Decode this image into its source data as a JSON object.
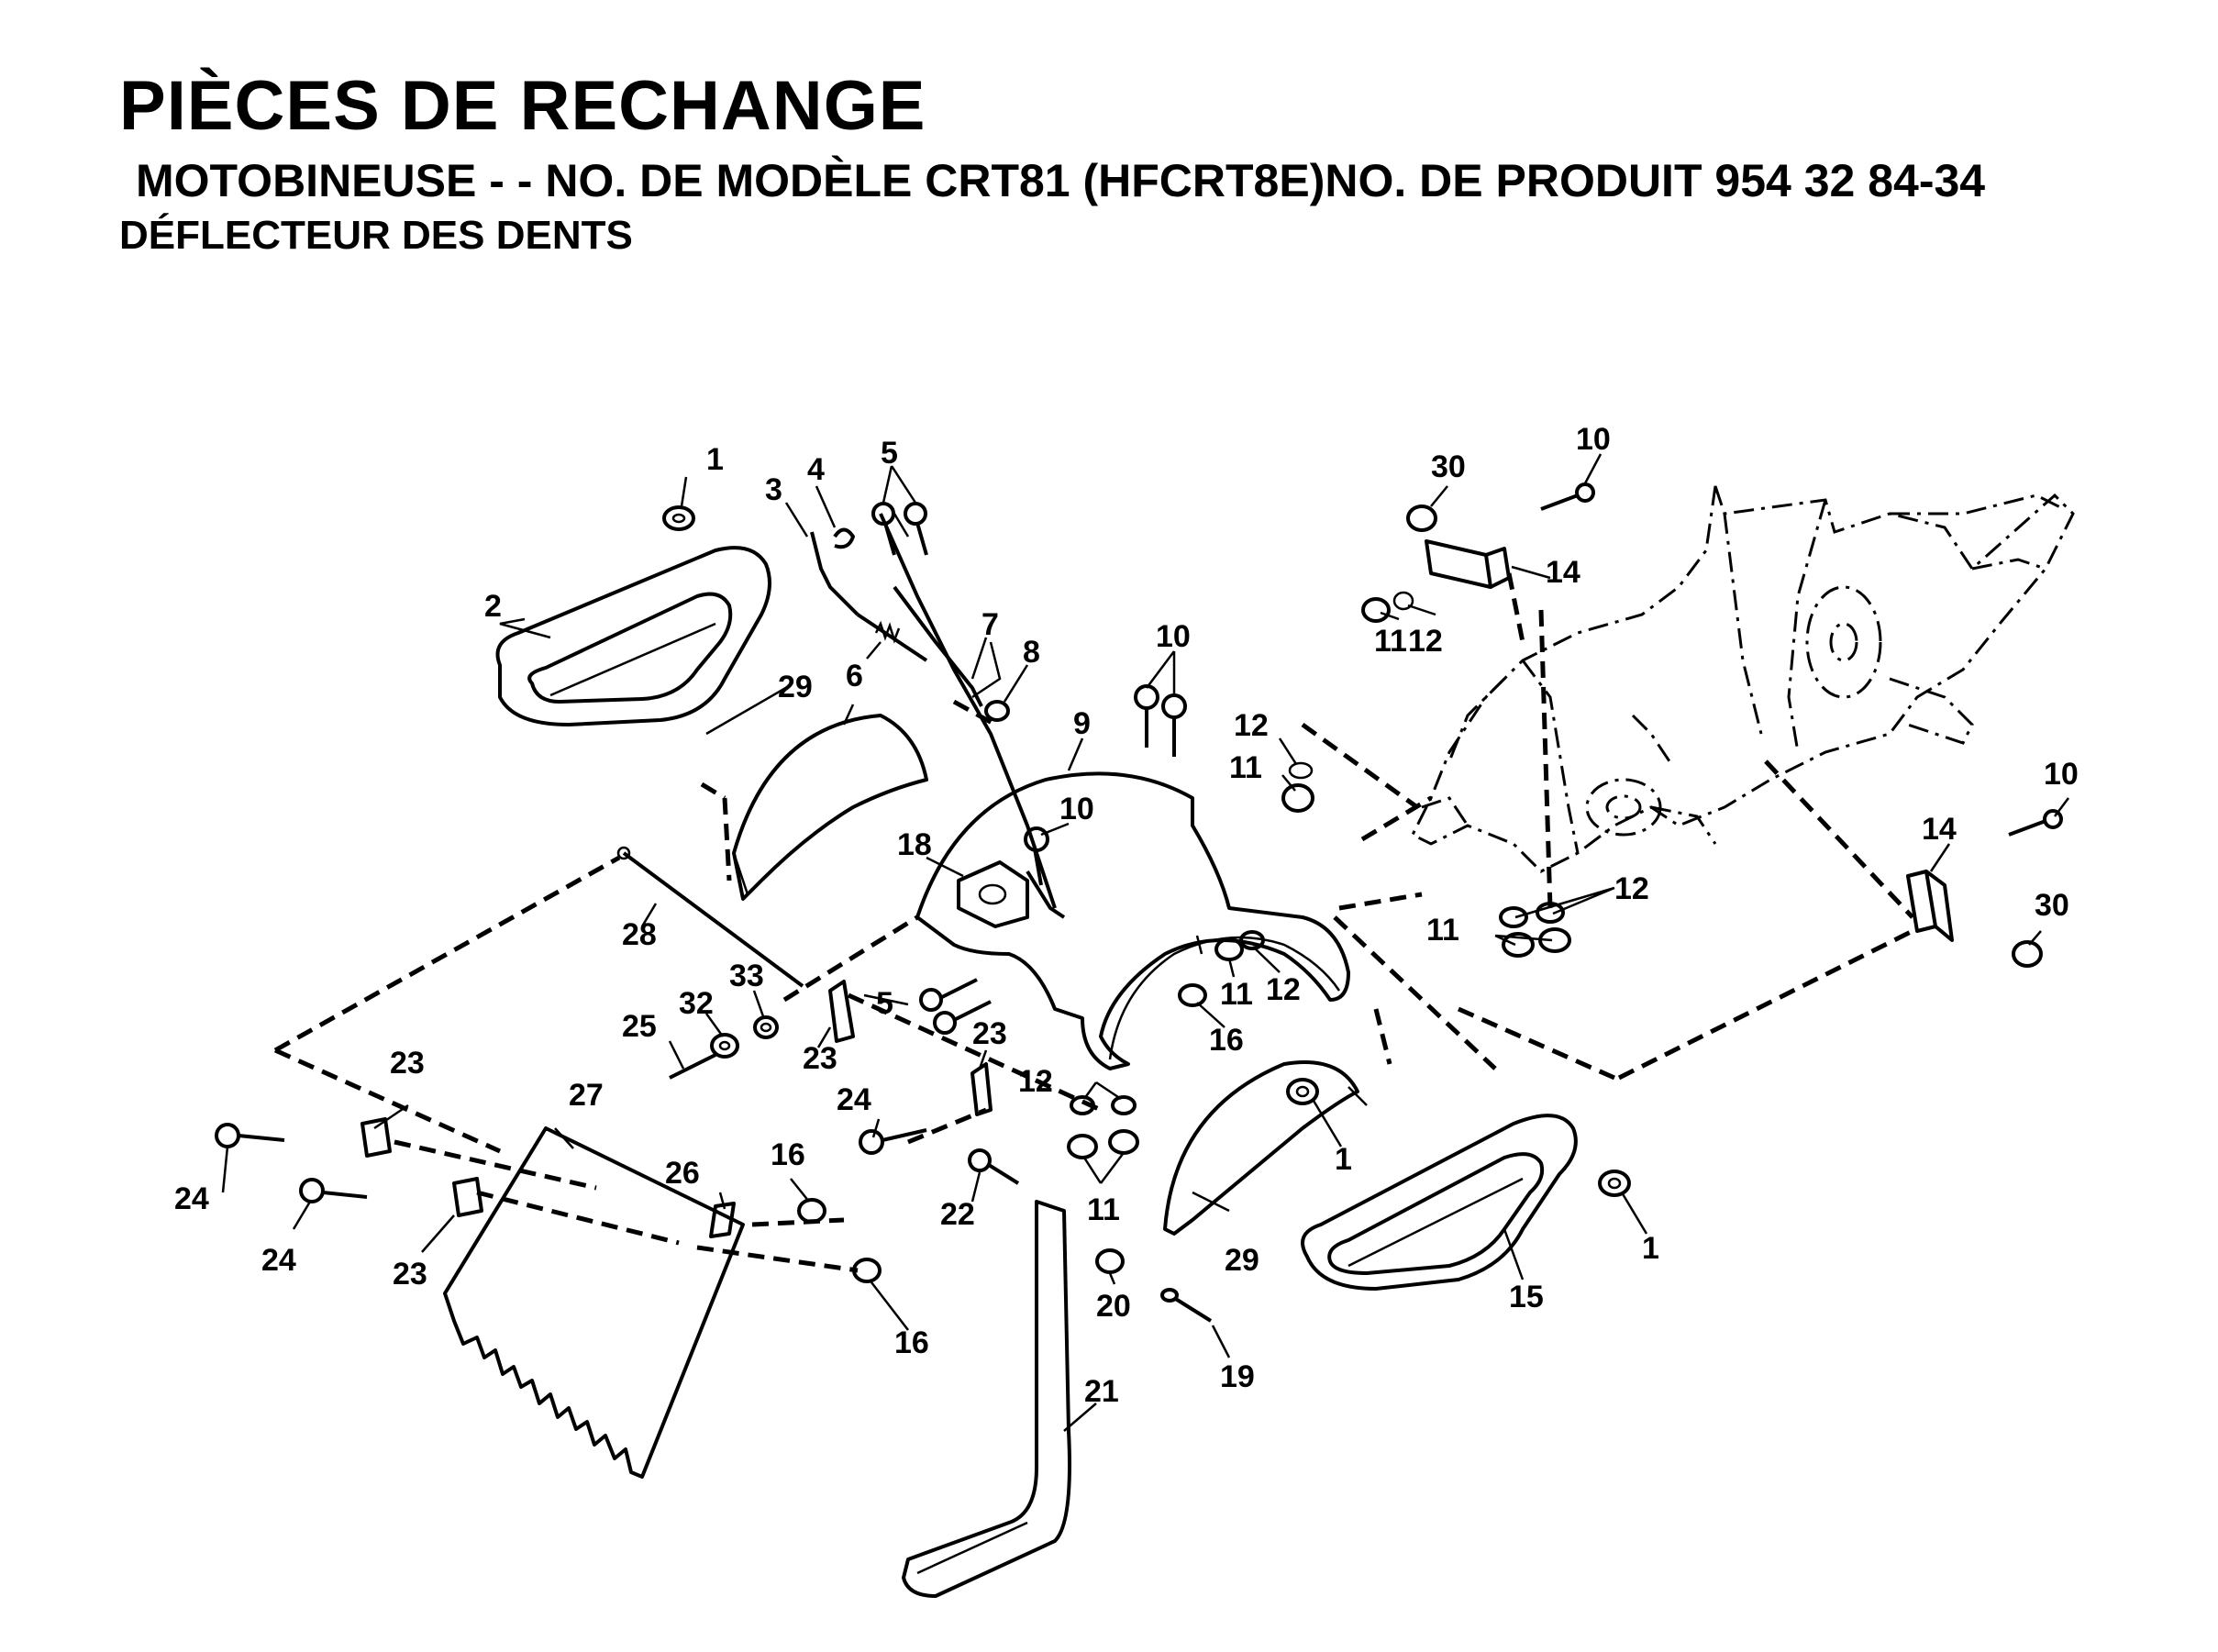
{
  "header": {
    "title": "PIÈCES DE RECHANGE",
    "subtitle": "MOTOBINEUSE - - NO.  DE MODÈLE CRT81 (HFCRT8E)NO. DE PRODUIT 954 32 84-34",
    "section": "DÉFLECTEUR DES DENTS"
  },
  "callouts": [
    {
      "id": "c1a",
      "text": "1"
    },
    {
      "id": "c2",
      "text": "2"
    },
    {
      "id": "c3",
      "text": "3"
    },
    {
      "id": "c4",
      "text": "4"
    },
    {
      "id": "c5a",
      "text": "5"
    },
    {
      "id": "c6",
      "text": "6"
    },
    {
      "id": "c7",
      "text": "7"
    },
    {
      "id": "c8",
      "text": "8"
    },
    {
      "id": "c9",
      "text": "9"
    },
    {
      "id": "c10a",
      "text": "10"
    },
    {
      "id": "c10b",
      "text": "10"
    },
    {
      "id": "c10c",
      "text": "10"
    },
    {
      "id": "c10d",
      "text": "10"
    },
    {
      "id": "c11a",
      "text": "11"
    },
    {
      "id": "c11b",
      "text": "11"
    },
    {
      "id": "c11c",
      "text": "11"
    },
    {
      "id": "c11d",
      "text": "11"
    },
    {
      "id": "c11e",
      "text": "11"
    },
    {
      "id": "c12a",
      "text": "12"
    },
    {
      "id": "c12b",
      "text": "12"
    },
    {
      "id": "c12c",
      "text": "12"
    },
    {
      "id": "c12d",
      "text": "12"
    },
    {
      "id": "c12e",
      "text": "12"
    },
    {
      "id": "c14a",
      "text": "14"
    },
    {
      "id": "c14b",
      "text": "14"
    },
    {
      "id": "c15",
      "text": "15"
    },
    {
      "id": "c16a",
      "text": "16"
    },
    {
      "id": "c16b",
      "text": "16"
    },
    {
      "id": "c16c",
      "text": "16"
    },
    {
      "id": "c18",
      "text": "18"
    },
    {
      "id": "c19",
      "text": "19"
    },
    {
      "id": "c20",
      "text": "20"
    },
    {
      "id": "c21",
      "text": "21"
    },
    {
      "id": "c22",
      "text": "22"
    },
    {
      "id": "c23a",
      "text": "23"
    },
    {
      "id": "c23b",
      "text": "23"
    },
    {
      "id": "c23c",
      "text": "23"
    },
    {
      "id": "c23d",
      "text": "23"
    },
    {
      "id": "c24a",
      "text": "24"
    },
    {
      "id": "c24b",
      "text": "24"
    },
    {
      "id": "c24c",
      "text": "24"
    },
    {
      "id": "c25",
      "text": "25"
    },
    {
      "id": "c26",
      "text": "26"
    },
    {
      "id": "c27",
      "text": "27"
    },
    {
      "id": "c28",
      "text": "28"
    },
    {
      "id": "c29a",
      "text": "29"
    },
    {
      "id": "c29b",
      "text": "29"
    },
    {
      "id": "c30a",
      "text": "30"
    },
    {
      "id": "c30b",
      "text": "30"
    },
    {
      "id": "c32",
      "text": "32"
    },
    {
      "id": "c33",
      "text": "33"
    },
    {
      "id": "c5b",
      "text": "5"
    },
    {
      "id": "c1b",
      "text": "1"
    },
    {
      "id": "c1c",
      "text": "1"
    }
  ]
}
